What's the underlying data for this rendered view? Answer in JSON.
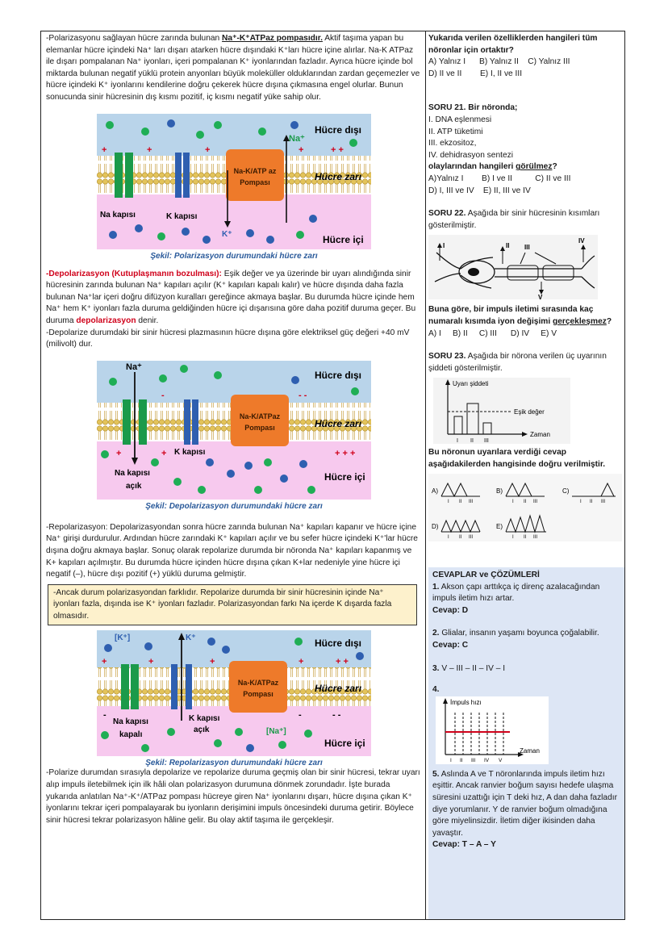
{
  "left": {
    "intro_a": "-Polarizasyonu sağlayan hücre zarında bulunan ",
    "intro_b": "Na⁺-K⁺ATPaz pompasıdır.",
    "intro_c": " Aktif taşıma yapan bu elemanlar hücre içindeki Na⁺ ları dışarı atarken hücre dışındaki K⁺ları hücre içine alırlar. Na-K ATPaz ile dışarı pompalanan Na⁺ iyonları, içeri pompalanan K⁺ iyonlarından fazladır. Ayrıca hücre içinde bol miktarda bulunan negatif yüklü protein anyonları büyük moleküller olduklarından zardan geçemezler ve hücre içindeki K⁺ iyonlarını kendilerine doğru çekerek hücre dışına çıkmasına engel olurlar. Bunun sonucunda sinir hücresinin dış kısmı pozitif, iç kısmı negatif yüke sahip olur.",
    "fig1": {
      "outside": "Hücre dışı",
      "membrane": "Hücre zarı",
      "inside": "Hücre içi",
      "pump_line1": "Na-K/ATP az",
      "pump_line2": "Pompası",
      "na_ion": "Na⁺",
      "k_ion": "K⁺",
      "na_gate": "Na kapısı",
      "k_gate": "K kapısı",
      "caption": "Şekil: Polarizasyon durumundaki hücre zarı"
    },
    "depol_title": "-Depolarizasyon (Kutuplaşmanın bozulması):",
    "depol_a": " Eşik değer ve ya üzerinde bir uyarı alındığında sinir hücresinin zarında bulunan Na⁺ kapıları açılır (K⁺ kapıları kapalı kalır) ve hücre dışında daha fazla bulunan Na⁺lar içeri doğru difüzyon kuralları gereğince akmaya başlar. Bu durumda hücre içinde hem Na⁺ hem K⁺ iyonları fazla duruma geldiğinden hücre içi dışarısına göre daha pozitif duruma geçer. Bu duruma ",
    "depol_word": "depolarizasyon",
    "depol_b": " denir.",
    "depol_c": "-Depolarize durumdaki bir sinir hücresi plazmasının hücre dışına göre elektriksel güç değeri +40 mV (milivolt) dur.",
    "fig2": {
      "outside": "Hücre dışı",
      "membrane": "Hücre zarı",
      "inside": "Hücre içi",
      "pump_line1": "Na-K/ATPaz",
      "pump_line2": "Pompası",
      "na_ion": "Na⁺",
      "k_gate": "K kapısı",
      "na_gate_line1": "Na kapısı",
      "na_gate_line2": "açık",
      "caption": "Şekil: Depolarizasyon durumundaki hücre zarı"
    },
    "repol": "-Repolarizasyon: Depolarizasyondan sonra hücre zarında bulunan Na⁺ kapıları kapanır ve hücre içine Na⁺ girişi durdurulur. Ardından hücre zarındaki K⁺ kapıları açılır ve bu sefer hücre içindeki K⁺'lar hücre dışına doğru akmaya başlar. Sonuç olarak repolarize durumda bir nöronda Na⁺ kapıları kapanmış ve K+ kapıları açılmıştır. Bu durumda hücre içinden hücre dışına çıkan K+lar nedeniyle yine hücre içi negatif (–), hücre dışı pozitif (+) yüklü duruma gelmiştir.",
    "note": "-Ancak durum polarizasyondan farklıdır. Repolarize durumda bir sinir hücresinin içinde Na⁺ iyonları fazla, dışında ise K⁺ iyonları fazladır. Polarizasyondan farkı Na içerde K dışarda fazla olmasıdır.",
    "fig3": {
      "outside": "Hücre dışı",
      "membrane": "Hücre zarı",
      "inside": "Hücre içi",
      "pump_line1": "Na-K/ATPaz",
      "pump_line2": "Pompası",
      "k_conc": "[K⁺]",
      "k_ion": "K⁺",
      "na_conc": "[Na⁺]",
      "na_gate_line1": "Na kapısı",
      "na_gate_line2": "kapalı",
      "k_gate_line1": "K kapısı",
      "k_gate_line2": "açık",
      "caption": "Şekil: Repolarizasyon durumundaki hücre zarı"
    },
    "final": "-Polarize durumdan sırasıyla depolarize ve repolarize duruma geçmiş olan bir sinir hücresi, tekrar uyarı alıp impuls iletebilmek için ilk hâli olan polarizasyon durumuna dönmek zorundadır. İşte burada yukarıda anlatılan Na⁺-K⁺/ATPaz pompası hücreye giren Na⁺ iyonlarını dışarı, hücre dışına çıkan K⁺ iyonlarını tekrar içeri pompalayarak bu iyonların derişimini impuls öncesindeki duruma getirir. Böylece sinir hücresi tekrar polarizasyon hâline gelir. Bu olay aktif taşıma ile gerçekleşir."
  },
  "right": {
    "q20_stem": "Yukarıda verilen özelliklerden hangileri tüm nöronlar için ortaktır?",
    "q20_opts1": "A) Yalnız I      B) Yalnız II    C) Yalnız III",
    "q20_opts2": "D) II ve II        E) I, II ve III",
    "q21_title": "SORU 21. Bir nöronda;",
    "q21_items": [
      "I.  DNA eşlenmesi",
      "II.  ATP tüketimi",
      "III.  ekzositoz,",
      "IV.  dehidrasyon sentezi"
    ],
    "q21_ask_a": "olaylarından hangileri ",
    "q21_ask_b": "görülmez",
    "q21_ask_c": "?",
    "q21_opts1": "A)Yalnız I        B) I ve II          C) II ve III",
    "q21_opts2": "D) I, III ve IV    E) II, III ve IV",
    "q22_title": "SORU 22.",
    "q22_text": " Aşağıda bir sinir hücresinin kısımları gösterilmiştir.",
    "q22_labels": [
      "I",
      "II",
      "III",
      "IV",
      "V"
    ],
    "q22_ask_a": "Buna göre, bir impuls iletimi sırasında kaç numaralı kısımda iyon değişimi ",
    "q22_ask_b": "gerçekleşmez",
    "q22_ask_c": "?",
    "q22_opts": "A) I     B) II     C) III      D) IV     E) V",
    "q23_title": "SORU 23.",
    "q23_text": " Aşağıda bir nörona verilen üç uyarının şiddeti gösterilmiştir.",
    "q23_y": "Uyarı şiddeti",
    "q23_th": "Eşik değer",
    "q23_x": "Zaman",
    "q23_ticks": [
      "I",
      "II",
      "III"
    ],
    "q23_ask": "Bu nöronun uyarılara verdiği cevap aşağıdakilerden hangisinde doğru verilmiştir.",
    "q23_opt_letters": [
      "A)",
      "B)",
      "C)",
      "D)",
      "E)"
    ],
    "q23_opt_ticks": [
      "I",
      "II",
      "III"
    ]
  },
  "answers": {
    "title": "CEVAPLAR ve ÇÖZÜMLERİ",
    "a1_num": "1.",
    "a1": " Akson çapı arttıkça iç direnç azalacağından impuls iletim hızı artar.",
    "a1_ans": "Cevap: D",
    "a2_num": "2.",
    "a2": " Glialar, insanın yaşamı boyunca çoğalabilir.",
    "a2_ans": "Cevap: C",
    "a3_num": "3.",
    "a3": " V – III – II – IV – I",
    "a4_num": "4.",
    "a4_y": "İmpuls hızı",
    "a4_x": "Zaman",
    "a4_ticks": [
      "I",
      "II",
      "III",
      "IV",
      "V"
    ],
    "a5_num": "5.",
    "a5": " Aslında A ve T nöronlarında impuls iletim hızı eşittir. Ancak ranvier boğum sayısı hedefe ulaşma süresini uzattığı için T deki hız, A dan daha fazladır diye yorumlanır. Y de ranvier boğum olmadığına göre miyelinsizdir. İletim diğer ikisinden daha yavaştır.",
    "a5_ans": "Cevap: T – A – Y"
  },
  "colors": {
    "outside": "#b9d4ea",
    "inside": "#f7c9ee",
    "pump": "#ee7a2a",
    "na_channel": "#1b9a4a",
    "k_channel": "#2f5fb0",
    "answers_bg": "#dde6f5"
  }
}
